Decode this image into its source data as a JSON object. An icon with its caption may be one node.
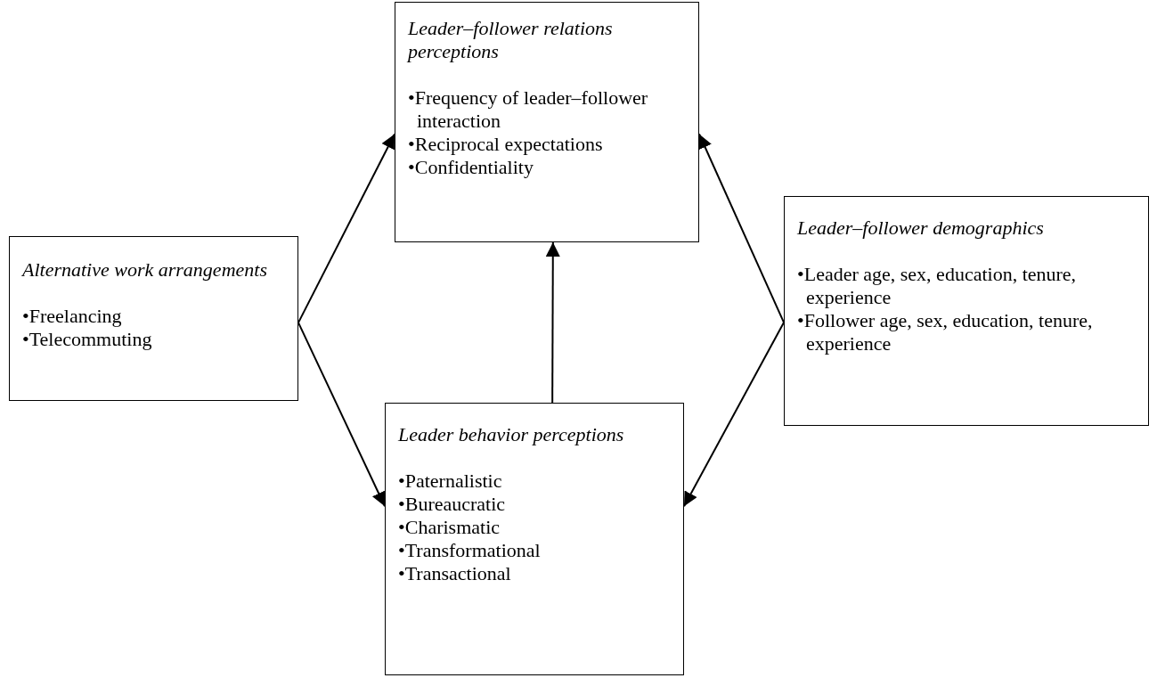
{
  "diagram": {
    "nodes": [
      {
        "text": [
          "Leader–follower relations perceptions",
          "•Frequency of leader–follower interaction",
          "•Reciprocal expectations",
          "•Confidentiality"
        ]
      },
      {
        "text": [
          "Alternative work arrangements",
          "•Freelancing",
          "•Telecommuting"
        ]
      },
      {
        "text": [
          "Leader–follower demographics",
          "•Leader age, sex, education, tenure, experience",
          "•Follower age, sex, education, tenure, experience"
        ]
      },
      {
        "text": [
          "Leader behavior perceptions",
          "•Paternalistic",
          "•Bureaucratic",
          "•Charismatic",
          "•Transformational",
          "•Transactional"
        ]
      }
    ],
    "edges": [
      {
        "from": 1,
        "to": 0,
        "arrow": "to"
      },
      {
        "from": 1,
        "to": 3,
        "arrow": "to"
      },
      {
        "from": 3,
        "to": 0,
        "arrow": "to"
      },
      {
        "from": 2,
        "to": 0,
        "arrow": "to"
      },
      {
        "from": 2,
        "to": 3,
        "arrow": "to"
      }
    ]
  }
}
